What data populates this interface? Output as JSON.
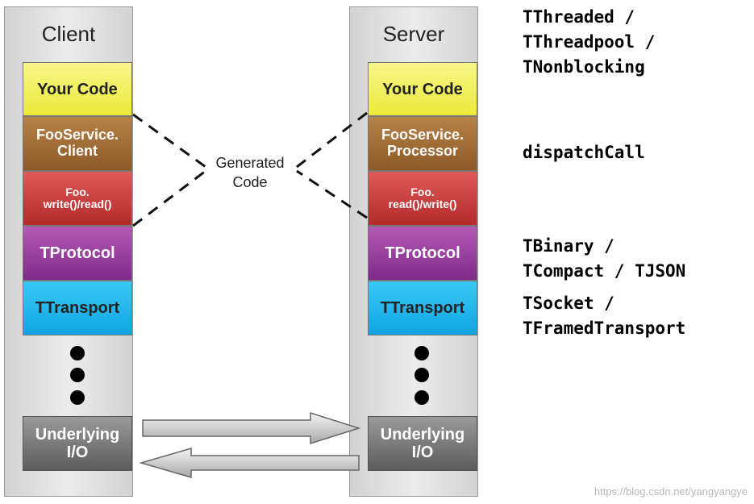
{
  "client": {
    "title": "Client",
    "layers": {
      "code": "Your Code",
      "service": "FooService.\nClient",
      "foo": "Foo.\nwrite()/read()",
      "protocol": "TProtocol",
      "transport": "TTransport",
      "io": "Underlying\nI/O"
    }
  },
  "server": {
    "title": "Server",
    "layers": {
      "code": "Your Code",
      "service": "FooService.\nProcessor",
      "foo": "Foo.\nread()/write()",
      "protocol": "TProtocol",
      "transport": "TTransport",
      "io": "Underlying\nI/O"
    }
  },
  "generated_label": "Generated\nCode",
  "annotations": {
    "server_types": "TThreaded /\nTThreadpool /\nTNonblocking",
    "dispatch": "dispatchCall",
    "protocols": "TBinary /\nTCompact / TJSON",
    "transports": "TSocket /\nTFramedTransport"
  },
  "watermark": "https://blog.csdn.net/yangyangye",
  "colors": {
    "your_code": "#ecea3a",
    "service": "#8c5a28",
    "foo": "#b22a2a",
    "protocol": "#7e2a8a",
    "transport": "#10a4e0",
    "io": "#5c5c5c"
  }
}
